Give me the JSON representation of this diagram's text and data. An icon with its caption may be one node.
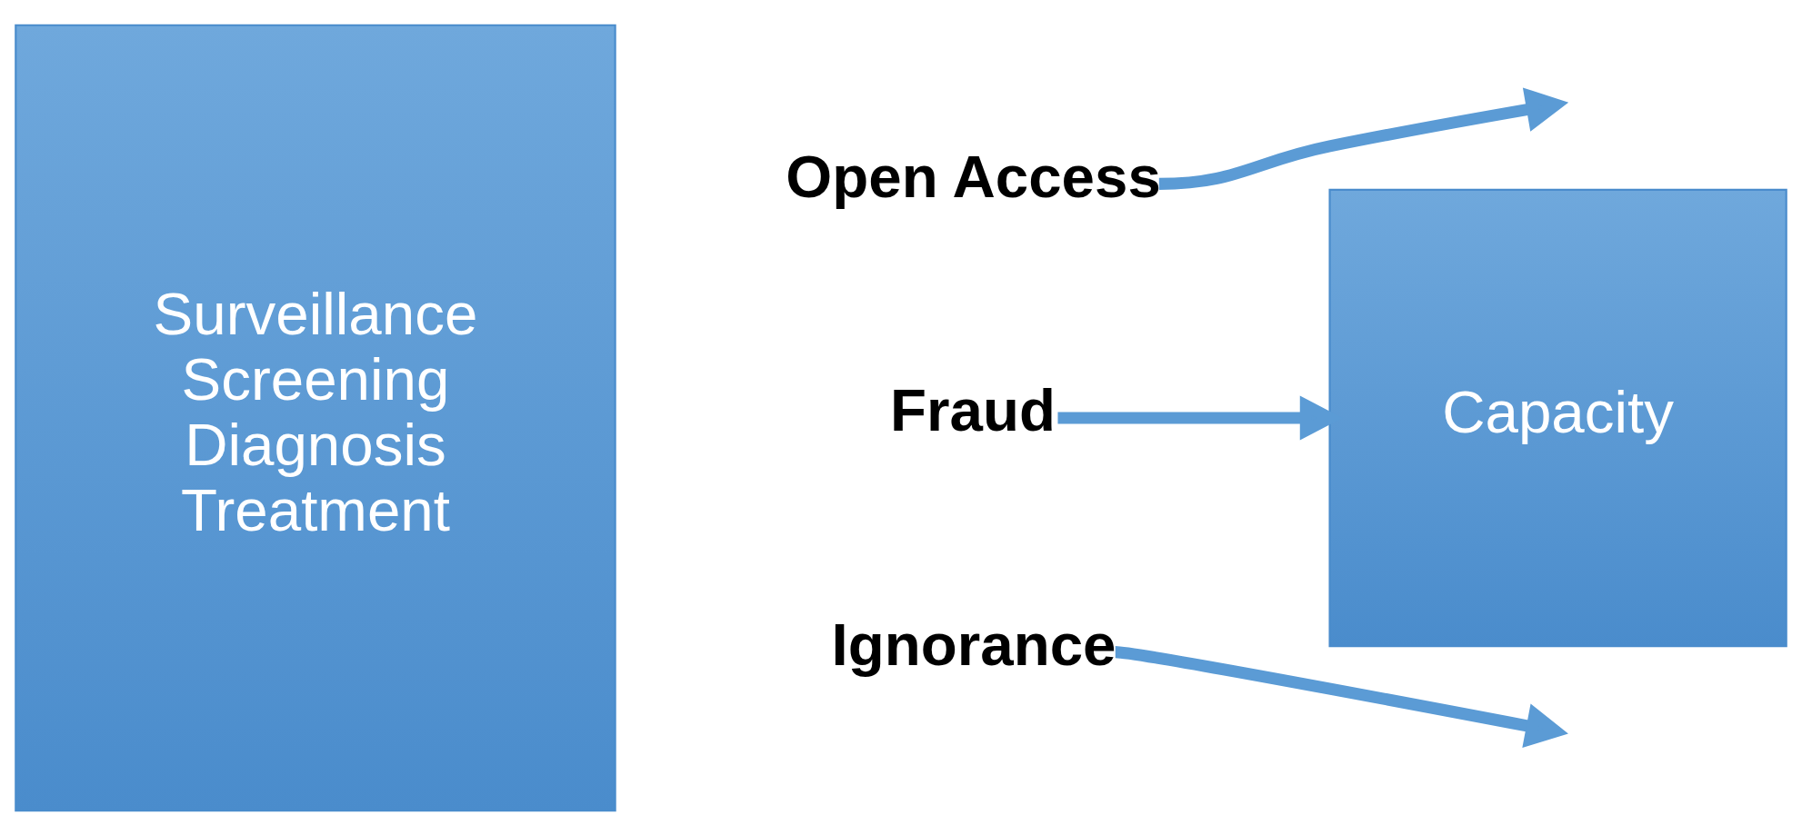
{
  "diagram": {
    "nodes": [
      {
        "text": [
          "Surveillance",
          "Screening",
          "Diagnosis",
          "Treatment"
        ]
      },
      {
        "text": [
          "Open Access"
        ]
      },
      {
        "text": [
          "Fraud"
        ]
      },
      {
        "text": [
          "Ignorance"
        ]
      },
      {
        "text": [
          "Capacity"
        ]
      }
    ],
    "edges": [
      {
        "from": 1,
        "to": null,
        "arrow": "to"
      },
      {
        "from": 2,
        "to": 4,
        "arrow": "to"
      },
      {
        "from": 3,
        "to": null,
        "arrow": "to"
      }
    ]
  }
}
